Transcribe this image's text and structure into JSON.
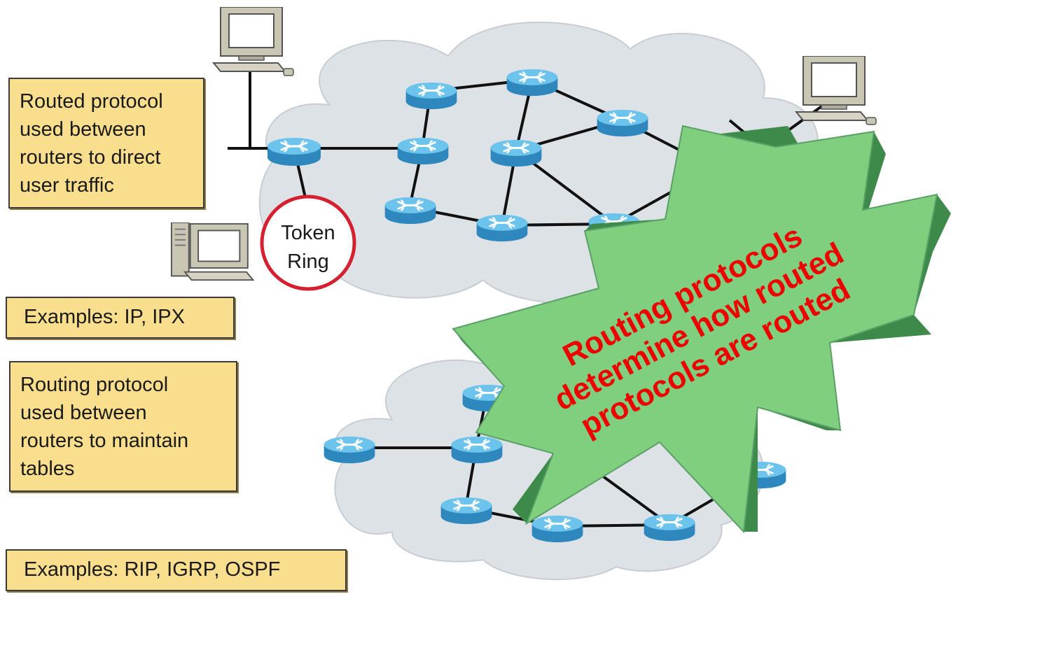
{
  "boxes": {
    "routed_protocol": "Routed protocol\nused between\nrouters to direct\nuser traffic",
    "routed_examples": "Examples: IP, IPX",
    "routing_protocol": "Routing protocol\nused between\nrouters to maintain\ntables",
    "routing_examples": "Examples: RIP, IGRP, OSPF"
  },
  "token_ring": [
    "Token",
    "Ring"
  ],
  "callout": {
    "lines": [
      "Routing protocols",
      "determine how routed",
      "protocols are routed"
    ],
    "text_color": "#ee0000",
    "fill_color": "#7fcf7f"
  },
  "colors": {
    "box_fill": "#f9de8e",
    "cloud_fill": "#dde2e6",
    "router_body": "#2f8ec4",
    "router_top": "#6cc3ec",
    "token_ring_border": "#d42030"
  }
}
